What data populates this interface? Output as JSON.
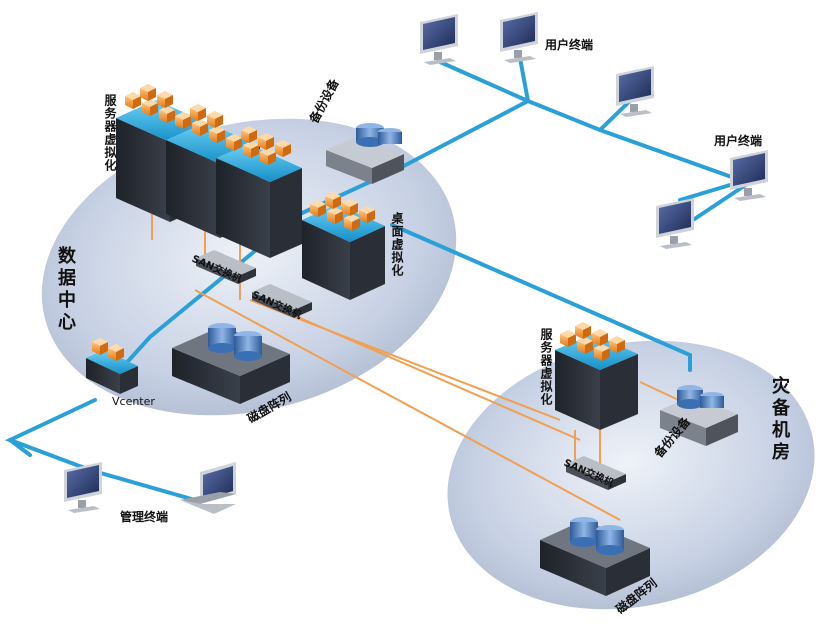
{
  "labels": {
    "user_terminal_top": "用户终端",
    "user_terminal_right": "用户终端",
    "backup_device_dc": "备份设备",
    "server_virtualization_dc": "服务器虚拟化",
    "desktop_virtualization": "桌面虚拟化",
    "datacenter": "数据中心",
    "san_switch_1": "SAN交换机",
    "san_switch_2": "SAN交换机",
    "vcenter": "Vcenter",
    "disk_array_dc": "磁盘阵列",
    "management_terminal": "管理终端",
    "server_virtualization_dr": "服务器虚拟化",
    "dr_room": "灾备机房",
    "backup_device_dr": "备份设备",
    "san_switch_dr": "SAN交换机",
    "disk_array_dr": "磁盘阵列"
  },
  "colors": {
    "network_link": "#2aa0d8",
    "san_link": "#f0a050",
    "zone_fill": "#c9d3e6",
    "zone_edge": "#e8edf7",
    "server_dark": "#2b2f36",
    "vm_cube": "#f39c3a",
    "esx_band": "#1ea8e0",
    "disk_blue": "#3b6fb3"
  },
  "icons": [
    "monitor-icon",
    "laptop-icon",
    "server-rack-icon",
    "backup-appliance-icon",
    "san-switch-icon",
    "disk-array-icon",
    "vm-cube-icon"
  ]
}
